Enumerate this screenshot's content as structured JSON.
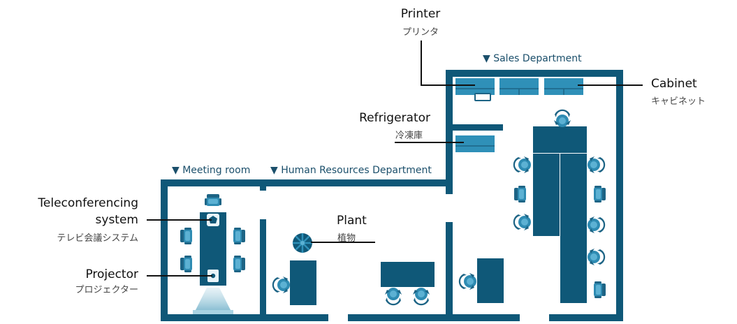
{
  "colors": {
    "wall": "#0f5878",
    "furniture": "#0f5878",
    "chair": "#2e8bb2",
    "cabinet": "#2f90b8",
    "line": "#111111",
    "dept_text": "#1b4f6b"
  },
  "departments": {
    "sales": "▼ Sales Department",
    "meeting": "▼ Meeting room",
    "hr": "▼ Human Resources Department"
  },
  "callouts": {
    "printer": {
      "en": "Printer",
      "jp": "プリンタ"
    },
    "cabinet": {
      "en": "Cabinet",
      "jp": "キャビネット"
    },
    "refrigerator": {
      "en": "Refrigerator",
      "jp": "冷凍庫"
    },
    "plant": {
      "en": "Plant",
      "jp": "植物"
    },
    "teleconf": {
      "en_line1": "Teleconferencing",
      "en_line2": "system",
      "jp": "テレビ会議システム"
    },
    "projector": {
      "en": "Projector",
      "jp": "プロジェクター"
    }
  },
  "icons": [
    "chair-icon",
    "plant-icon",
    "teleconferencing-icon",
    "projector-icon",
    "printer-icon"
  ]
}
